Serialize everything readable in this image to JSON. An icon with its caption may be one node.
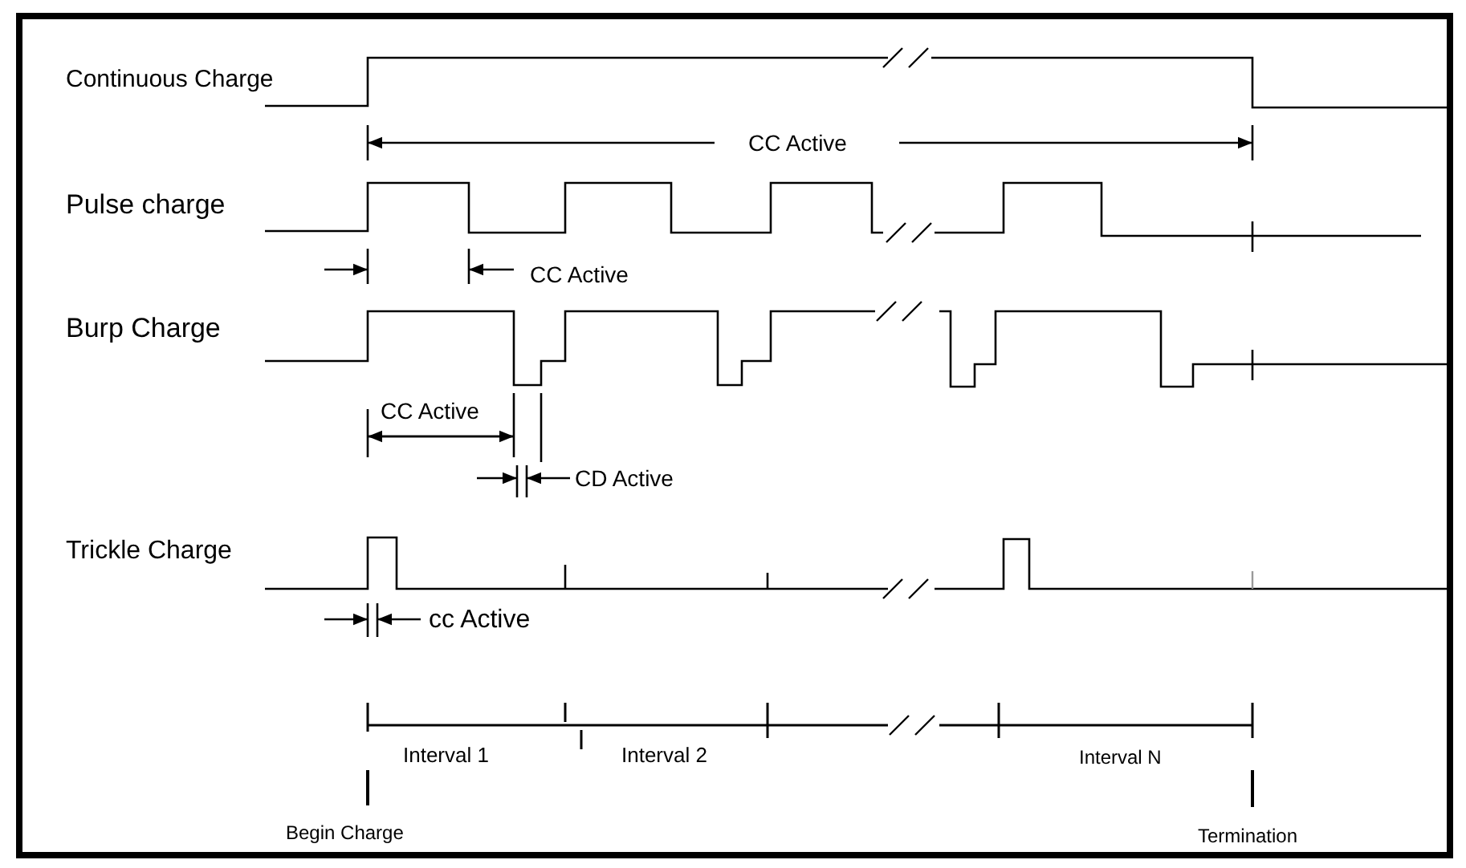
{
  "diagram": {
    "labels": [
      "Continuous Charge",
      "CC Active",
      "Pulse charge",
      "CC Active",
      "Burp Charge",
      "CC Active",
      "CD Active",
      "Trickle Charge",
      "cc Active",
      "Interval 1",
      "Interval 2",
      "Interval N",
      "Begin Charge",
      "Termination"
    ]
  }
}
